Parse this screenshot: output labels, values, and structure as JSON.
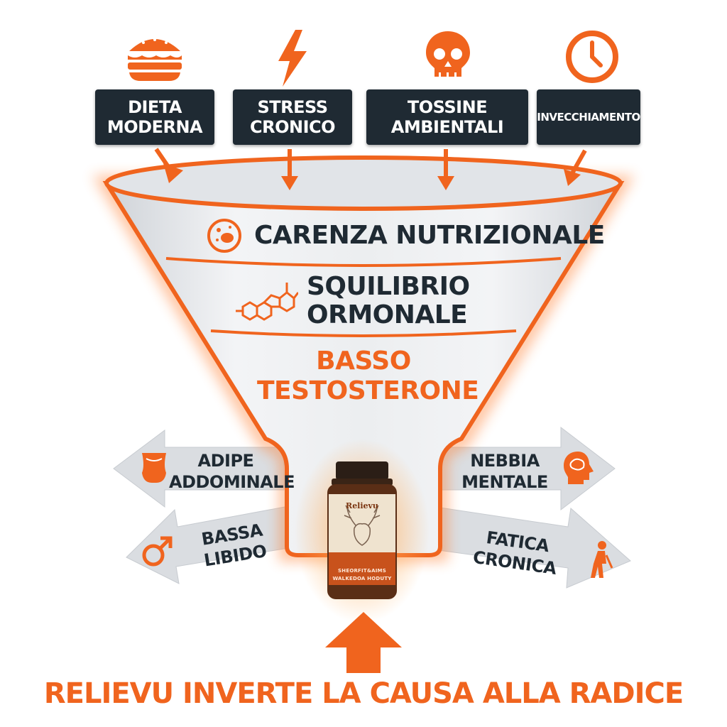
{
  "colors": {
    "accent": "#f0641e",
    "dark": "#1f2a33",
    "funnel_fill": "#e9ebee",
    "arrow_gray": "#dadde1"
  },
  "causes": [
    {
      "icon": "burger-icon",
      "line1": "DIETA",
      "line2": "MODERNA"
    },
    {
      "icon": "lightning-icon",
      "line1": "STRESS",
      "line2": "CRONICO"
    },
    {
      "icon": "skull-icon",
      "line1": "TOSSINE",
      "line2": "AMBIENTALI"
    },
    {
      "icon": "clock-icon",
      "line1": "INVECCHIAMENTO",
      "line2": ""
    }
  ],
  "funnel": {
    "layer1": {
      "icon": "cell-icon",
      "text": "CARENZA NUTRIZIONALE"
    },
    "layer2": {
      "icon": "molecule-icon",
      "line1": "SQUILIBRIO",
      "line2": "ORMONALE"
    },
    "layer3": {
      "line1": "BASSO",
      "line2": "TESTOSTERONE"
    }
  },
  "symptoms": {
    "left_top": {
      "icon": "waist-icon",
      "line1": "ADIPE",
      "line2": "ADDOMINALE"
    },
    "left_bottom": {
      "icon": "male-symbol-icon",
      "text": "BASSA LIBIDO"
    },
    "right_top": {
      "icon": "brain-head-icon",
      "line1": "NEBBIA",
      "line2": "MENTALE"
    },
    "right_bottom": {
      "icon": "tired-person-icon",
      "text": "FATICA CRONICA"
    }
  },
  "product": {
    "brand": "Relievu",
    "label_line1": "SHEORFIT&AIMS",
    "label_line2": "WALKEDOA HODUTY"
  },
  "cta": "RELIEVU INVERTE LA CAUSA ALLA RADICE"
}
